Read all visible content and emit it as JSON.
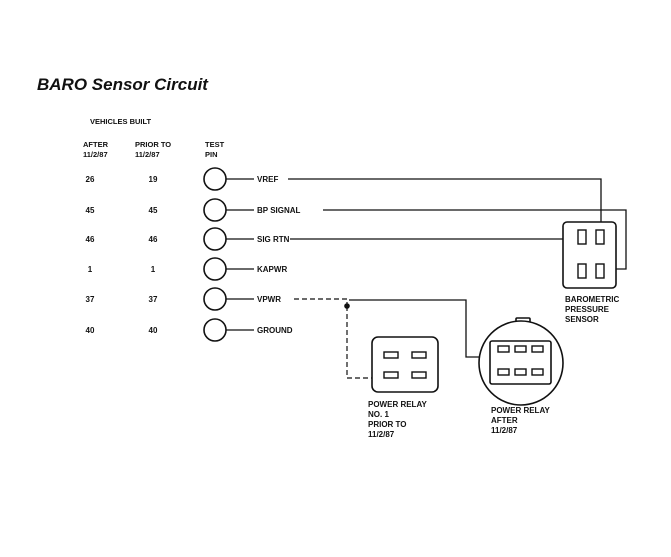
{
  "title": "BARO Sensor Circuit",
  "headers": {
    "vehicles_built": "VEHICLES BUILT",
    "after": [
      "AFTER",
      "11/2/87"
    ],
    "prior_to": [
      "PRIOR TO",
      "11/2/87"
    ],
    "test_pin": [
      "TEST",
      "PIN"
    ]
  },
  "rows": [
    {
      "after": "26",
      "prior": "19",
      "signal": "VREF"
    },
    {
      "after": "45",
      "prior": "45",
      "signal": "BP SIGNAL"
    },
    {
      "after": "46",
      "prior": "46",
      "signal": "SIG RTN"
    },
    {
      "after": "1",
      "prior": "1",
      "signal": "KAPWR"
    },
    {
      "after": "37",
      "prior": "37",
      "signal": "VPWR"
    },
    {
      "after": "40",
      "prior": "40",
      "signal": "GROUND"
    }
  ],
  "sensor_caption": [
    "BAROMETRIC",
    "PRESSURE",
    "SENSOR"
  ],
  "relay1_caption": [
    "POWER RELAY",
    "NO. 1",
    "PRIOR TO",
    "11/2/87"
  ],
  "relay2_caption": [
    "POWER RELAY",
    "AFTER",
    "11/2/87"
  ]
}
